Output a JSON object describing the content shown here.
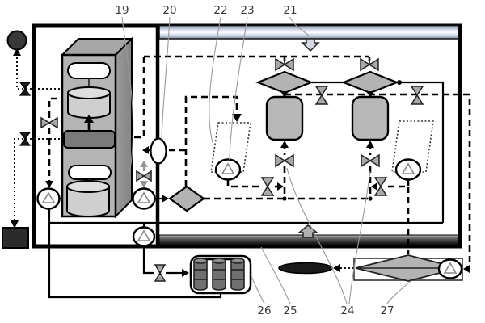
{
  "diagram": {
    "kind": "thermal-management system schematic (patent style)",
    "reference_labels": [
      {
        "id": "19",
        "text": "19",
        "component": "equipment-cabinet"
      },
      {
        "id": "20",
        "text": "20",
        "component": "inline-ellipse-device"
      },
      {
        "id": "22",
        "text": "22",
        "component": "left-fan-enclosure"
      },
      {
        "id": "23",
        "text": "23",
        "component": "left-enclosure-pump"
      },
      {
        "id": "21",
        "text": "21",
        "component": "top-cooling-bar"
      },
      {
        "id": "26",
        "text": "26",
        "component": "battery-pack"
      },
      {
        "id": "25",
        "text": "25",
        "component": "bottom-heat-bar"
      },
      {
        "id": "24",
        "text": "24",
        "component": "tank-outlet-valves"
      },
      {
        "id": "27",
        "text": "27",
        "component": "external-heat-exchanger"
      }
    ],
    "components": [
      "outer-enclosure",
      "compartment-divider",
      "top-cooling-bar",
      "bottom-heat-bar",
      "equipment-cabinet",
      "cabinet-vent-slot",
      "cabinet-drum",
      "cabinet-core-block",
      "exhaust-sphere",
      "exhaust-sink-block",
      "shutoff-valve",
      "pump",
      "mixing-diamond",
      "storage-tank",
      "fan-enclosure",
      "battery-pack",
      "damper-ellipse",
      "external-heat-exchanger"
    ],
    "colors": {
      "line": "#000000",
      "component_gray": "#b3b3b3",
      "dark_gray": "#7a7a7a",
      "bar_highlight": "#f2f5fb",
      "bar_shadow": "#7e889e",
      "heat_bar_dark": "#111111",
      "label_text": "#3a3a3a",
      "leader_line": "#999999"
    }
  }
}
